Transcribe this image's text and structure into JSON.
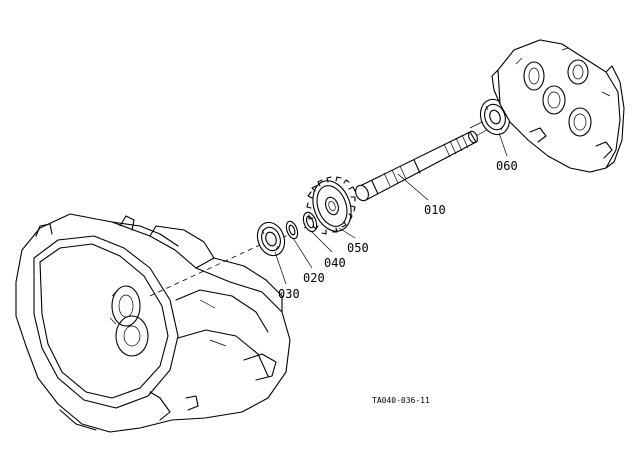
{
  "callouts": {
    "p010": "010",
    "p020": "020",
    "p030": "030",
    "p040": "040",
    "p050": "050",
    "p060": "060"
  },
  "reference_code": "TA040-036-11"
}
